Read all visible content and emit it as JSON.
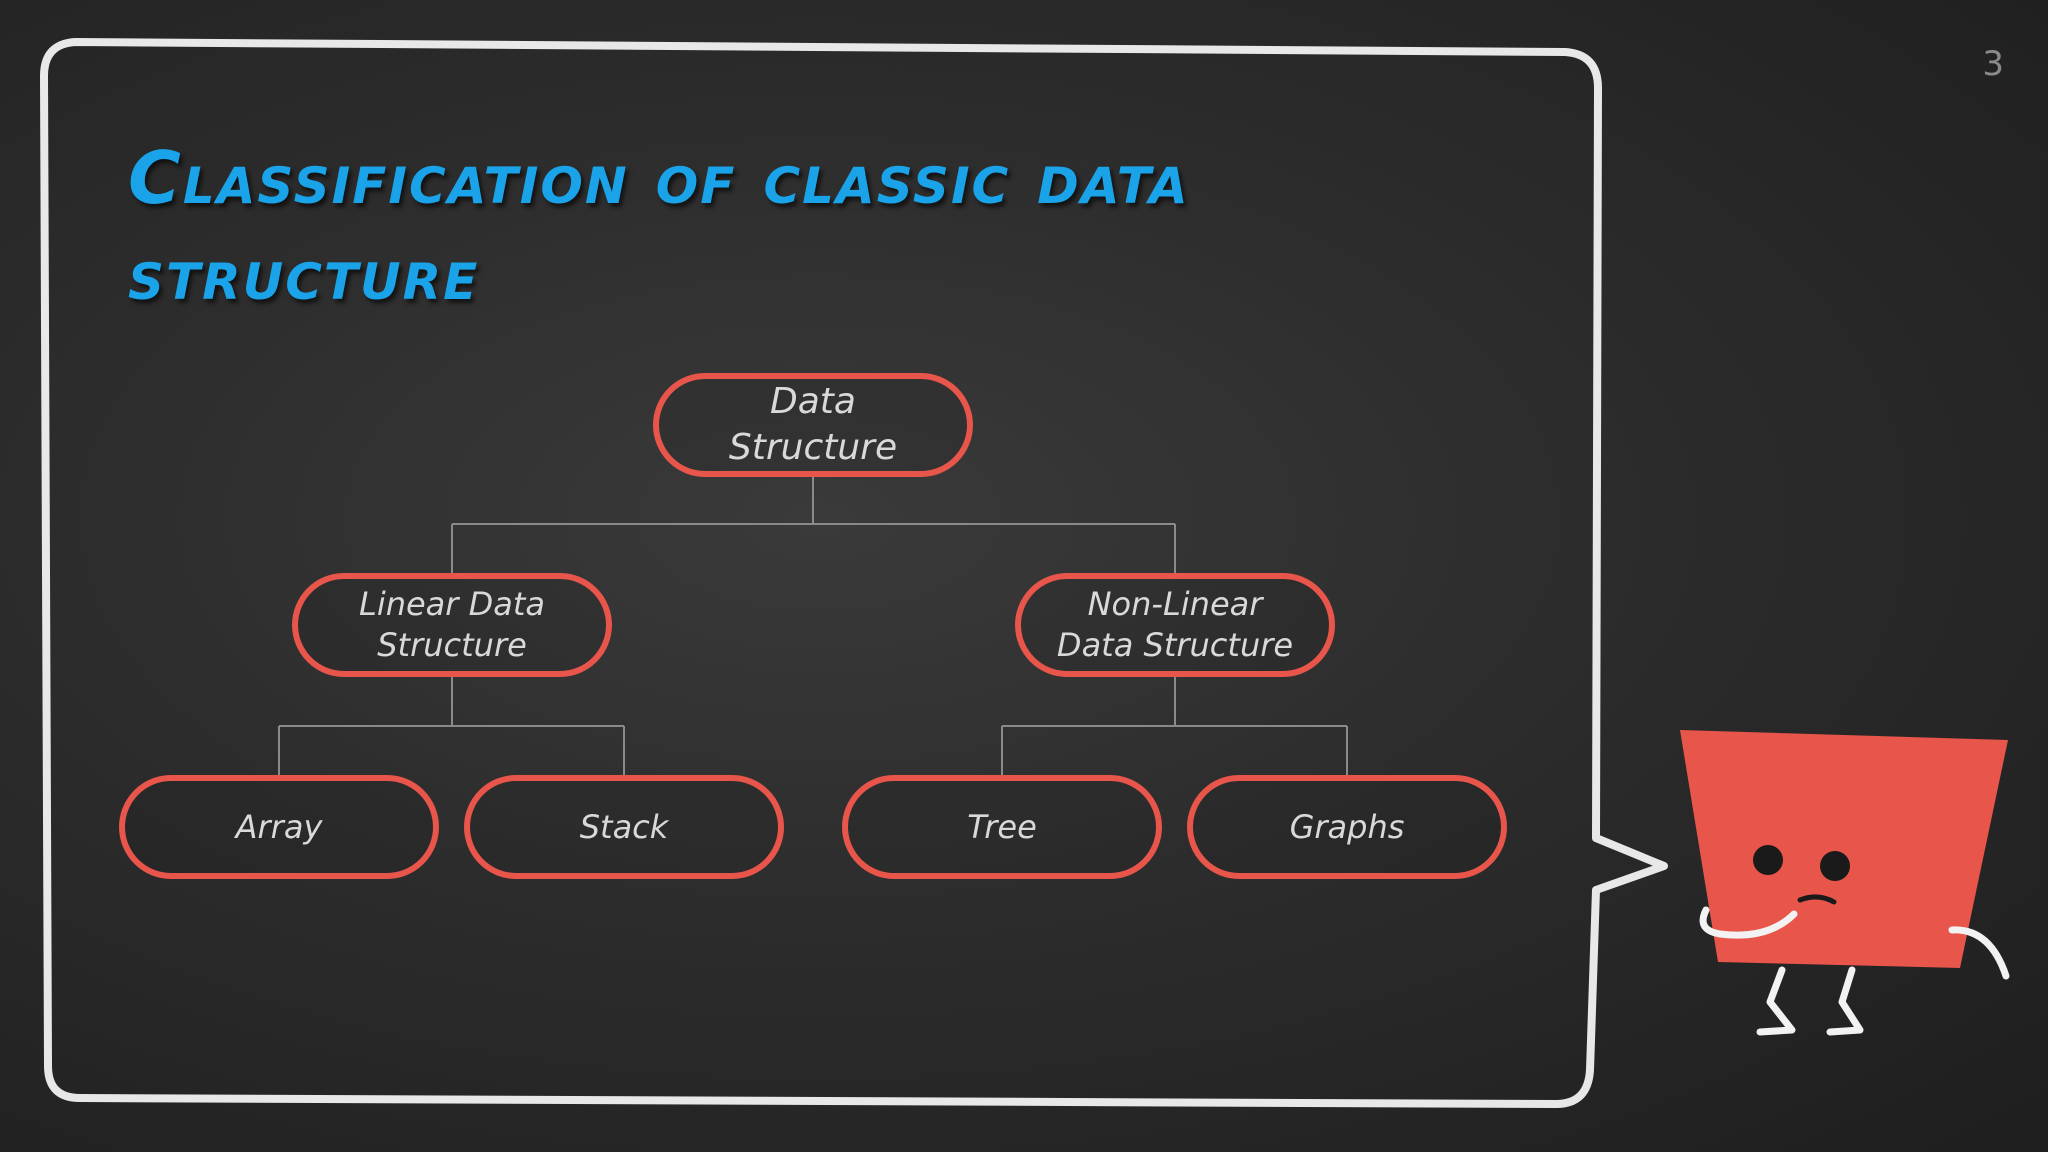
{
  "page_number": "3",
  "title": "Classification of classic data structure",
  "colors": {
    "title": "#1aa3e8",
    "node_border": "#e8554a",
    "node_text": "#d9d9d9",
    "connector": "#8a8a8a",
    "chalk": "#f2f2f2",
    "character_body": "#e8554a"
  },
  "diagram": {
    "root": "Data\nStructure",
    "linear": "Linear Data\nStructure",
    "nonlinear": "Non-Linear\nData Structure",
    "leaves": {
      "array": "Array",
      "stack": "Stack",
      "tree": "Tree",
      "graphs": "Graphs"
    }
  },
  "decor": {
    "speech_bubble": "chalk-speech-bubble",
    "character": "red-block-character"
  }
}
